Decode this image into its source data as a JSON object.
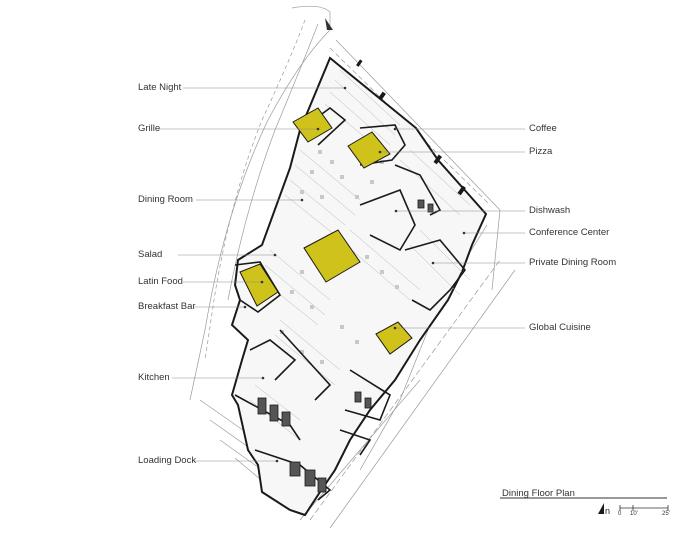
{
  "labels_left": [
    {
      "key": "late_night",
      "text": "Late Night"
    },
    {
      "key": "grille",
      "text": "Grille"
    },
    {
      "key": "dining_room",
      "text": "Dining Room"
    },
    {
      "key": "salad",
      "text": "Salad"
    },
    {
      "key": "latin_food",
      "text": "Latin Food"
    },
    {
      "key": "breakfast_bar",
      "text": "Breakfast Bar"
    },
    {
      "key": "kitchen",
      "text": "Kitchen"
    },
    {
      "key": "loading_dock",
      "text": "Loading Dock"
    }
  ],
  "labels_right": [
    {
      "key": "coffee",
      "text": "Coffee"
    },
    {
      "key": "pizza",
      "text": "Pizza"
    },
    {
      "key": "dishwash",
      "text": "Dishwash"
    },
    {
      "key": "conference_center",
      "text": "Conference Center"
    },
    {
      "key": "private_dining_room",
      "text": "Private Dining Room"
    },
    {
      "key": "global_cuisine",
      "text": "Global Cuisine"
    }
  ],
  "title": "Dining Floor Plan",
  "scale": {
    "ticks": [
      "0",
      "10'",
      "25'"
    ]
  },
  "north": {
    "letter": "n"
  },
  "colors": {
    "highlight": "#cfc21a",
    "wall": "#1a1a1a",
    "line": "#8a8a8a"
  }
}
